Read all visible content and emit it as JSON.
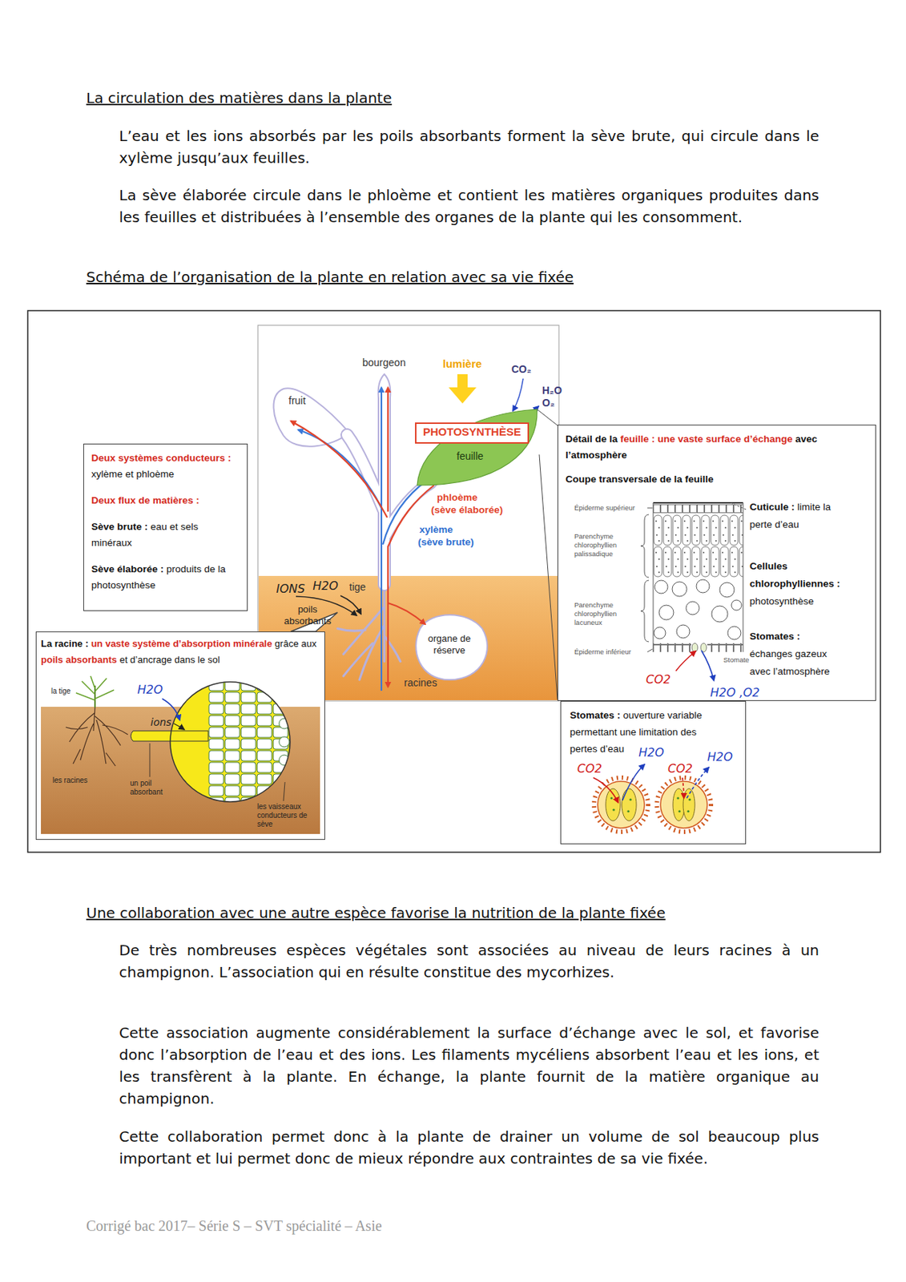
{
  "diagram": {
    "nodes": [
      {
        "text": [
          "PHOTOSYNTHÈSE"
        ]
      },
      {
        "text": [
          "feuille"
        ]
      },
      {
        "text": [
          "Détail de la",
          "feuille :",
          "une vaste surface d’échange",
          "avec l’atmosphère",
          "Coupe transversale de la feuille",
          "Cuticule :",
          "limite la perte d’eau",
          "Cellules chlorophylliennes :",
          "photosynthèse",
          "Stomates :",
          "échanges gazeux avec l’atmosphère"
        ]
      },
      {
        "text": [
          "Deux systèmes conducteurs :",
          "xylème et phloème",
          "Deux flux de matières :",
          "Sève brute :",
          "eau et sels minéraux",
          "Sève élaborée :",
          "produits de la photosynthèse"
        ]
      },
      {
        "text": [
          "La racine :",
          "un vaste système d’absorption minérale",
          "grâce aux",
          "poils absorbants",
          "et d’ancrage dans le sol"
        ]
      },
      {
        "text": [
          "Stomates :",
          "ouverture variable permettant une limitation des pertes d’eau"
        ]
      }
    ],
    "edges": [
      {
        "from": 1,
        "to": 2,
        "arrow": "none"
      }
    ],
    "labels": [
      "La circulation des matières dans la plante",
      "L’eau et les ions absorbés par les poils absorbants forment la sève brute, qui circule dans le xylème jusqu’aux feuilles.",
      "La sève élaborée circule dans le phloème et contient les matières organiques produites dans les feuilles et distribuées à l’ensemble des organes de la plante qui les consomment.",
      "Schéma de l’organisation de la plante en relation avec sa vie fixée",
      "bourgeon",
      "lumière",
      "CO₂",
      "H₂O",
      "O₂",
      "fruit",
      "phloème",
      "(sève élaborée)",
      "xylème",
      "(sève brute)",
      "tige",
      "IONS",
      "H2O",
      "poils absorbants",
      "organe de réserve",
      "racines",
      "la tige",
      "H2O",
      "ions",
      "les racines",
      "un poil absorbant",
      "les vaisseaux conducteurs de sève",
      "Épiderme supérieur",
      "Parenchyme chlorophyllien palissadique",
      "Parenchyme chlorophyllien lacuneux",
      "Épiderme inférieur",
      "Stomate",
      "CO2",
      "H2O ,O2",
      "CO2",
      "H2O",
      "CO2",
      "H2O",
      "Une collaboration avec une autre espèce favorise la nutrition de la plante fixée",
      "De très nombreuses espèces végétales sont associées au niveau de leurs racines à un champignon. L’association qui en résulte constitue des mycorhizes.",
      "Cette association augmente considérablement la surface d’échange avec le sol, et favorise donc l’absorption de l’eau et des ions. Les filaments mycéliens absorbent l’eau et les ions, et les transfèrent à la plante. En échange, la plante fournit de la matière organique au champignon.",
      "Cette collaboration permet donc à la plante de drainer un volume de sol beaucoup plus important et lui permet donc de mieux répondre aux contraintes de sa vie fixée.",
      "Corrigé bac 2017– Série S – SVT spécialité – Asie"
    ]
  }
}
